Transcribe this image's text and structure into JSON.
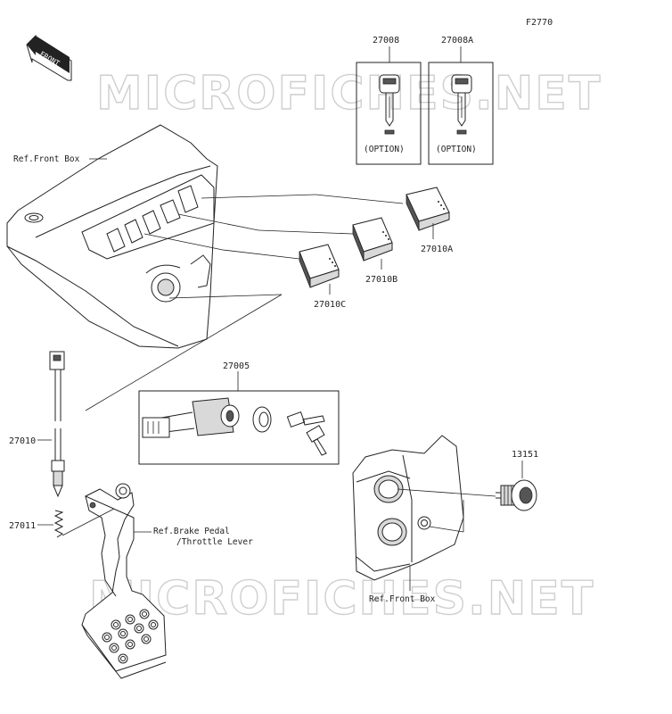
{
  "figure_id": "F2770",
  "front_label": "FRONT",
  "watermark": "MICROFICHES.NET",
  "refs": {
    "front_box_top": "Ref.Front Box",
    "front_box_bottom": "Ref.Front Box",
    "brake_pedal_line1": "Ref.Brake Pedal",
    "brake_pedal_line2": "/Throttle Lever"
  },
  "option_label": "(OPTION)",
  "parts": {
    "p27008": "27008",
    "p27008a": "27008A",
    "p27010a": "27010A",
    "p27010b": "27010B",
    "p27010c": "27010C",
    "p27005": "27005",
    "p27010": "27010",
    "p27011": "27011",
    "p13151": "13151"
  }
}
